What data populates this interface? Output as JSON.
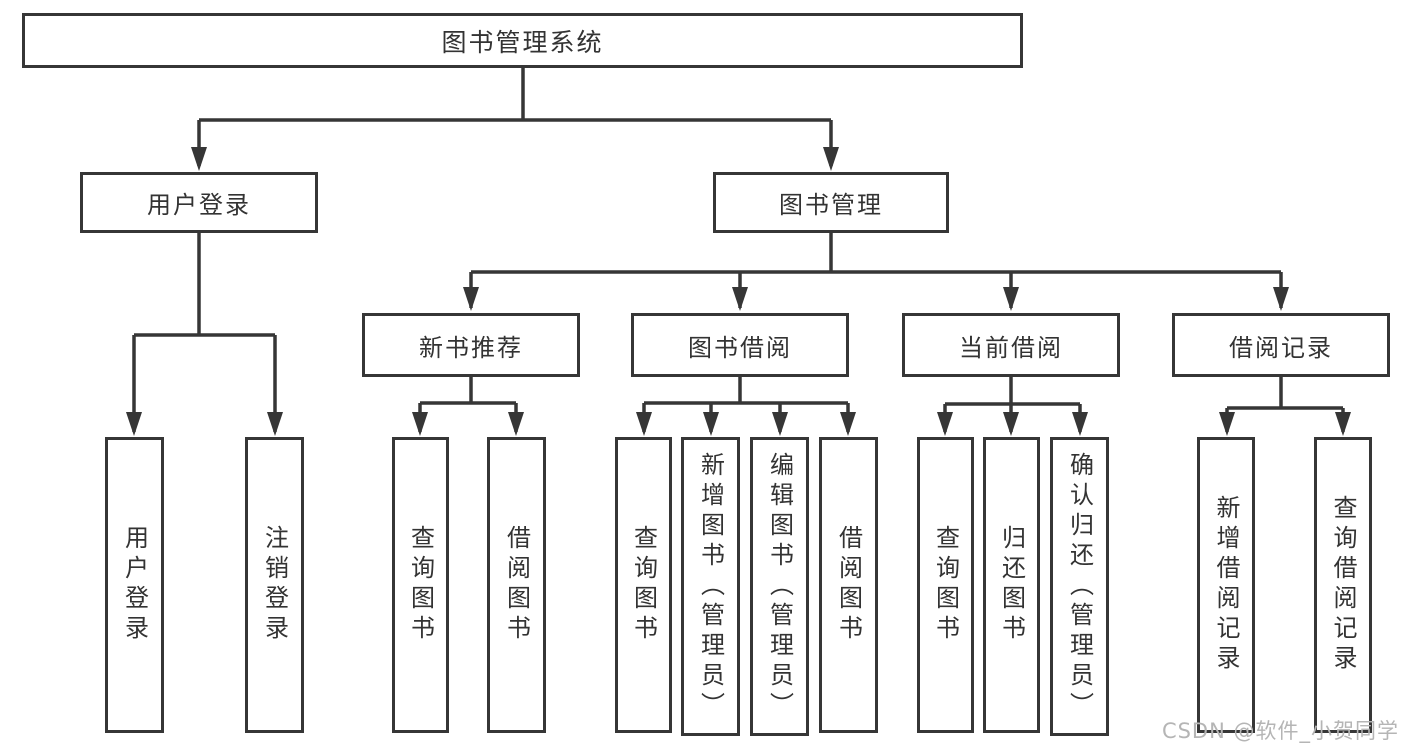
{
  "tree": {
    "label": "图书管理系统",
    "children": [
      {
        "label": "用户登录",
        "children": [
          {
            "label": "用户登录"
          },
          {
            "label": "注销登录"
          }
        ]
      },
      {
        "label": "图书管理",
        "children": [
          {
            "label": "新书推荐",
            "children": [
              {
                "label": "查询图书"
              },
              {
                "label": "借阅图书"
              }
            ]
          },
          {
            "label": "图书借阅",
            "children": [
              {
                "label": "查询图书"
              },
              {
                "label": "新增图书（管理员）"
              },
              {
                "label": "编辑图书（管理员）"
              },
              {
                "label": "借阅图书"
              }
            ]
          },
          {
            "label": "当前借阅",
            "children": [
              {
                "label": "查询图书"
              },
              {
                "label": "归还图书"
              },
              {
                "label": "确认归还（管理员）"
              }
            ]
          },
          {
            "label": "借阅记录",
            "children": [
              {
                "label": "新增借阅记录"
              },
              {
                "label": "查询借阅记录"
              }
            ]
          }
        ]
      }
    ]
  },
  "watermark": {
    "text": "CSDN @软件_小贺同学"
  },
  "colors": {
    "line": "#363636",
    "text": "#333333",
    "background": "#ffffff",
    "watermark": "#b5b5b5"
  }
}
